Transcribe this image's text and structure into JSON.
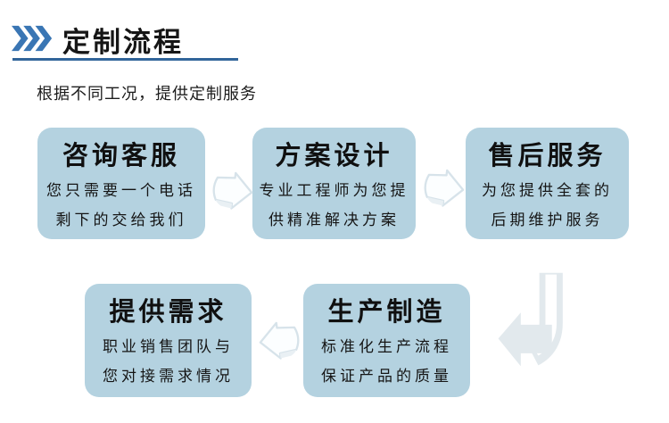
{
  "header": {
    "icon": "triple-chevron-right",
    "title": "定制流程",
    "subtitle": "根据不同工况，提供定制服务"
  },
  "colors": {
    "chevron_blue": "#3a76b4",
    "underline_blue": "#31659a",
    "box_fill": "#b4d2e0",
    "text_black": "#1a1a1a",
    "arrow_outline": "#d7e3ea",
    "arrow_fill": "#fcfeff",
    "bent_arrow_fill": "#e2e9ed"
  },
  "flow": {
    "steps": [
      {
        "id": "consult",
        "title": "咨询客服",
        "desc_line1": "您只需要一个电话",
        "desc_line2": "剩下的交给我们"
      },
      {
        "id": "design",
        "title": "方案设计",
        "desc_line1": "专业工程师为您提",
        "desc_line2": "供精准解决方案"
      },
      {
        "id": "aftersales",
        "title": "售后服务",
        "desc_line1": "为您提供全套的",
        "desc_line2": "后期维护服务"
      },
      {
        "id": "requirements",
        "title": "提供需求",
        "desc_line1": "职业销售团队与",
        "desc_line2": "您对接需求情况"
      },
      {
        "id": "production",
        "title": "生产制造",
        "desc_line1": "标准化生产流程",
        "desc_line2": "保证产品的质量"
      }
    ],
    "arrows": [
      {
        "from": "consult",
        "to": "design",
        "direction": "right"
      },
      {
        "from": "design",
        "to": "aftersales",
        "direction": "right"
      },
      {
        "from": "production",
        "to": "requirements",
        "direction": "left"
      },
      {
        "from": "aftersales",
        "to": "production",
        "direction": "down-left"
      }
    ]
  }
}
